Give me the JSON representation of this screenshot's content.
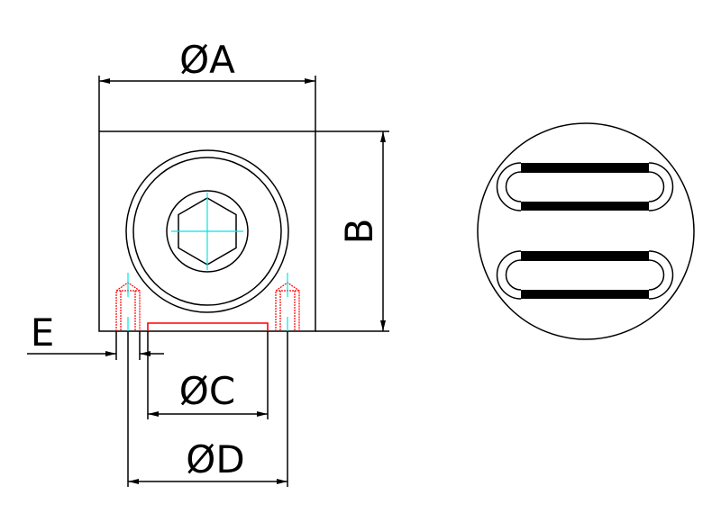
{
  "drawing": {
    "dimensions": {
      "A": "ØA",
      "B": "B",
      "C": "ØC",
      "D": "ØD",
      "E": "E"
    },
    "colors": {
      "outline": "#000000",
      "centerline": "#00e5e5",
      "hidden": "#ff0000"
    }
  }
}
